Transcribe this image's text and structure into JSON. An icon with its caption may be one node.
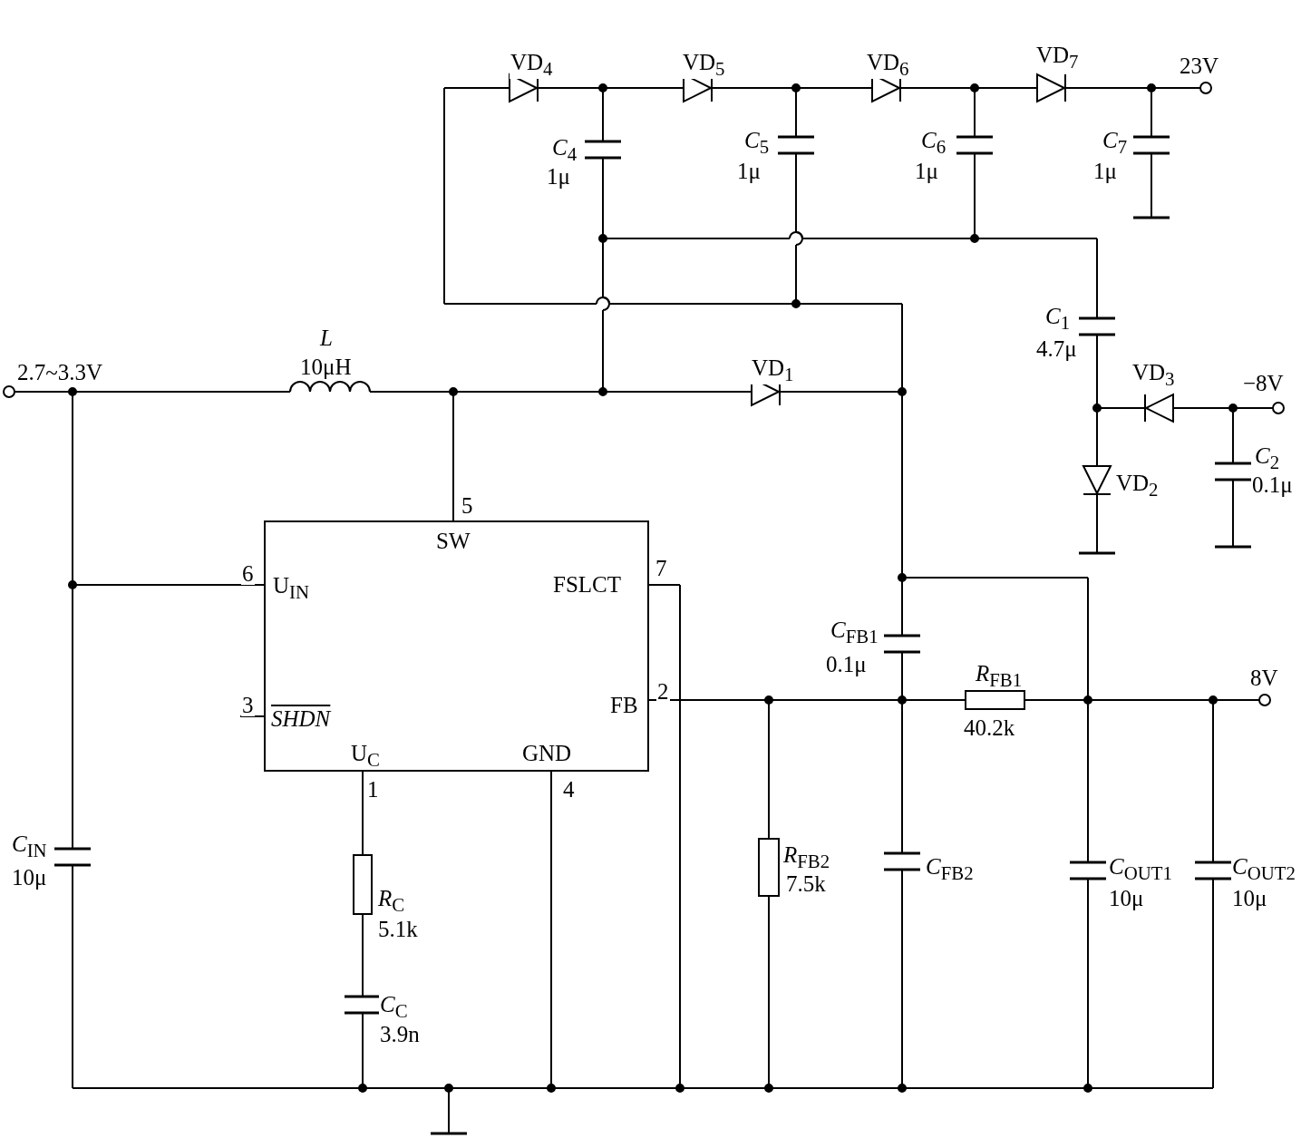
{
  "diagram": {
    "labels": [
      "VD$_{4}$",
      "VD$_{5}$",
      "VD$_{6}$",
      "VD$_{7}$",
      "23V",
      "*C*$_{4}$",
      "1μ",
      "*C*$_{5}$",
      "1μ",
      "*C*$_{6}$",
      "1μ",
      "*C*$_{7}$",
      "1μ",
      "2.7~3.3V",
      "*L*",
      "10μH",
      "VD$_{1}$",
      "*C*$_{1}$",
      "4.7μ",
      "VD$_{3}$",
      "−8V",
      "VD$_{2}$",
      "*C*$_{2}$",
      "0.1μ",
      "5",
      "SW",
      "6",
      "U$_{IN}$",
      "FSLCT",
      "7",
      "*C*$_{FB1}$",
      "0.1μ",
      "*R*$_{FB1}$",
      "8V",
      "3",
      "SHDN",
      "FB",
      "2",
      "40.2k",
      "U$_{C}$",
      "GND",
      "1",
      "4",
      "*C*$_{IN}$",
      "10μ",
      "*R*$_{C}$",
      "5.1k",
      "*R*$_{FB2}$",
      "7.5k",
      "*C*$_{FB2}$",
      "*C*$_{OUT1}$",
      "10μ",
      "*C*$_{OUT2}$",
      "10μ",
      "*C*$_{C}$",
      "3.9n"
    ]
  }
}
